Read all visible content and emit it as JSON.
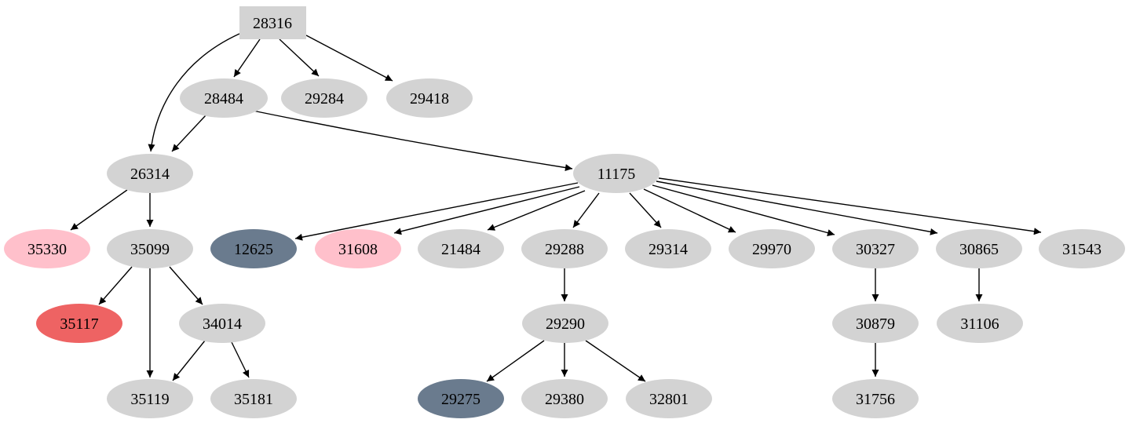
{
  "graph": {
    "type": "directed-tree",
    "background": "#ffffff",
    "edge_color": "#000000",
    "palette": {
      "default": "#d3d3d3",
      "pink": "#ffc0cb",
      "red": "#ee6363",
      "slate": "#6a7b8e"
    },
    "nodes": {
      "28316": {
        "label": "28316",
        "shape": "box",
        "fill": "#d3d3d3"
      },
      "28484": {
        "label": "28484",
        "shape": "ellipse",
        "fill": "#d3d3d3"
      },
      "29284": {
        "label": "29284",
        "shape": "ellipse",
        "fill": "#d3d3d3"
      },
      "29418": {
        "label": "29418",
        "shape": "ellipse",
        "fill": "#d3d3d3"
      },
      "26314": {
        "label": "26314",
        "shape": "ellipse",
        "fill": "#d3d3d3"
      },
      "11175": {
        "label": "11175",
        "shape": "ellipse",
        "fill": "#d3d3d3"
      },
      "35330": {
        "label": "35330",
        "shape": "ellipse",
        "fill": "#ffc0cb"
      },
      "35099": {
        "label": "35099",
        "shape": "ellipse",
        "fill": "#d3d3d3"
      },
      "12625": {
        "label": "12625",
        "shape": "ellipse",
        "fill": "#6a7b8e"
      },
      "31608": {
        "label": "31608",
        "shape": "ellipse",
        "fill": "#ffc0cb"
      },
      "21484": {
        "label": "21484",
        "shape": "ellipse",
        "fill": "#d3d3d3"
      },
      "29288": {
        "label": "29288",
        "shape": "ellipse",
        "fill": "#d3d3d3"
      },
      "29314": {
        "label": "29314",
        "shape": "ellipse",
        "fill": "#d3d3d3"
      },
      "29970": {
        "label": "29970",
        "shape": "ellipse",
        "fill": "#d3d3d3"
      },
      "30327": {
        "label": "30327",
        "shape": "ellipse",
        "fill": "#d3d3d3"
      },
      "30865": {
        "label": "30865",
        "shape": "ellipse",
        "fill": "#d3d3d3"
      },
      "31543": {
        "label": "31543",
        "shape": "ellipse",
        "fill": "#d3d3d3"
      },
      "35117": {
        "label": "35117",
        "shape": "ellipse",
        "fill": "#ee6363"
      },
      "34014": {
        "label": "34014",
        "shape": "ellipse",
        "fill": "#d3d3d3"
      },
      "29290": {
        "label": "29290",
        "shape": "ellipse",
        "fill": "#d3d3d3"
      },
      "30879": {
        "label": "30879",
        "shape": "ellipse",
        "fill": "#d3d3d3"
      },
      "31106": {
        "label": "31106",
        "shape": "ellipse",
        "fill": "#d3d3d3"
      },
      "35119": {
        "label": "35119",
        "shape": "ellipse",
        "fill": "#d3d3d3"
      },
      "35181": {
        "label": "35181",
        "shape": "ellipse",
        "fill": "#d3d3d3"
      },
      "29275": {
        "label": "29275",
        "shape": "ellipse",
        "fill": "#6a7b8e"
      },
      "29380": {
        "label": "29380",
        "shape": "ellipse",
        "fill": "#d3d3d3"
      },
      "32801": {
        "label": "32801",
        "shape": "ellipse",
        "fill": "#d3d3d3"
      },
      "31756": {
        "label": "31756",
        "shape": "ellipse",
        "fill": "#d3d3d3"
      }
    },
    "edges": [
      {
        "from": "28316",
        "to": "28484"
      },
      {
        "from": "28316",
        "to": "29284"
      },
      {
        "from": "28316",
        "to": "29418"
      },
      {
        "from": "28316",
        "to": "26314"
      },
      {
        "from": "28484",
        "to": "26314"
      },
      {
        "from": "28484",
        "to": "11175"
      },
      {
        "from": "26314",
        "to": "35330"
      },
      {
        "from": "26314",
        "to": "35099"
      },
      {
        "from": "11175",
        "to": "12625"
      },
      {
        "from": "11175",
        "to": "31608"
      },
      {
        "from": "11175",
        "to": "21484"
      },
      {
        "from": "11175",
        "to": "29288"
      },
      {
        "from": "11175",
        "to": "29314"
      },
      {
        "from": "11175",
        "to": "29970"
      },
      {
        "from": "11175",
        "to": "30327"
      },
      {
        "from": "11175",
        "to": "30865"
      },
      {
        "from": "11175",
        "to": "31543"
      },
      {
        "from": "35099",
        "to": "35117"
      },
      {
        "from": "35099",
        "to": "35119"
      },
      {
        "from": "35099",
        "to": "34014"
      },
      {
        "from": "34014",
        "to": "35119"
      },
      {
        "from": "34014",
        "to": "35181"
      },
      {
        "from": "29288",
        "to": "29290"
      },
      {
        "from": "29290",
        "to": "29275"
      },
      {
        "from": "29290",
        "to": "29380"
      },
      {
        "from": "29290",
        "to": "32801"
      },
      {
        "from": "30327",
        "to": "30879"
      },
      {
        "from": "30865",
        "to": "31106"
      },
      {
        "from": "30879",
        "to": "31756"
      }
    ]
  }
}
